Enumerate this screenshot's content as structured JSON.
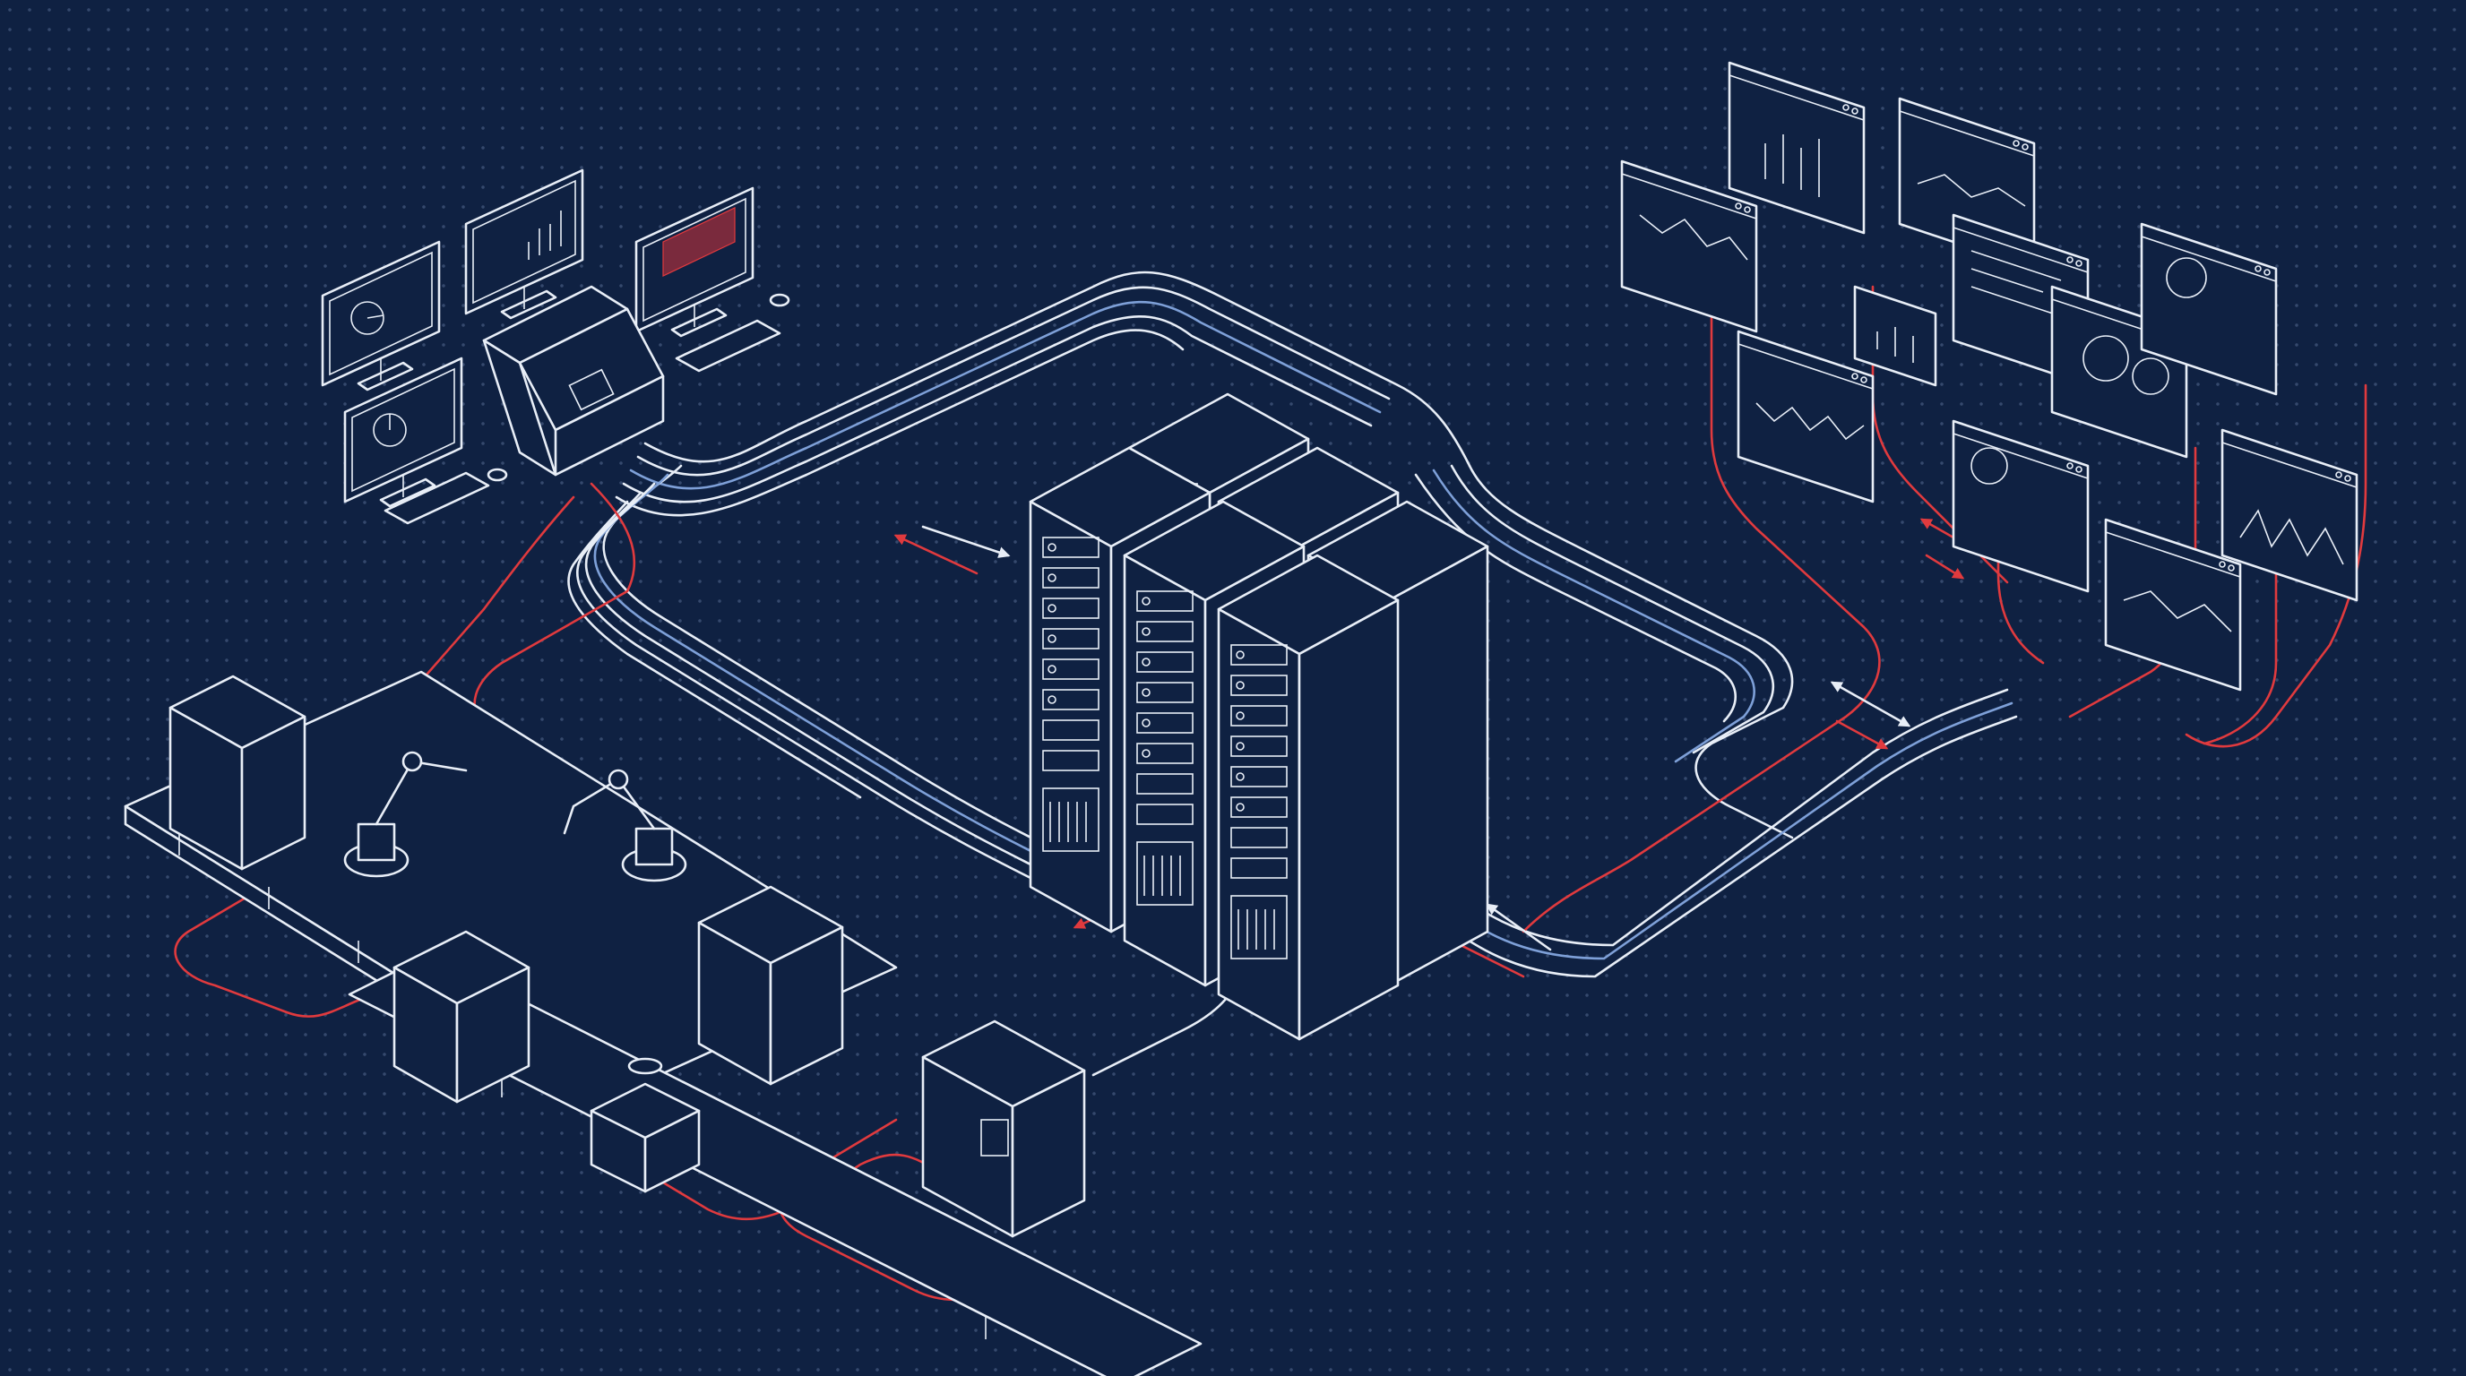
{
  "palette": {
    "background": "#0f2142",
    "grid_dot": "#5d76a6",
    "line_white": "#e8eef7",
    "line_blue": "#7ea0d8",
    "line_red": "#e03a3e"
  },
  "nodes": [
    {
      "id": "control-room",
      "icon": "monitor-workstation-icon"
    },
    {
      "id": "factory-line",
      "icon": "robotic-assembly-line-icon"
    },
    {
      "id": "server-cluster",
      "icon": "server-rack-icon"
    },
    {
      "id": "analytics-dashboards",
      "icon": "chart-dashboard-icon"
    }
  ],
  "links": [
    {
      "from": "control-room",
      "to": "server-cluster",
      "direction": "bidirectional"
    },
    {
      "from": "factory-line",
      "to": "server-cluster",
      "direction": "bidirectional"
    },
    {
      "from": "server-cluster",
      "to": "analytics-dashboards",
      "direction": "bidirectional"
    },
    {
      "from": "analytics-dashboards",
      "to": "server-cluster",
      "direction": "inbound"
    }
  ]
}
